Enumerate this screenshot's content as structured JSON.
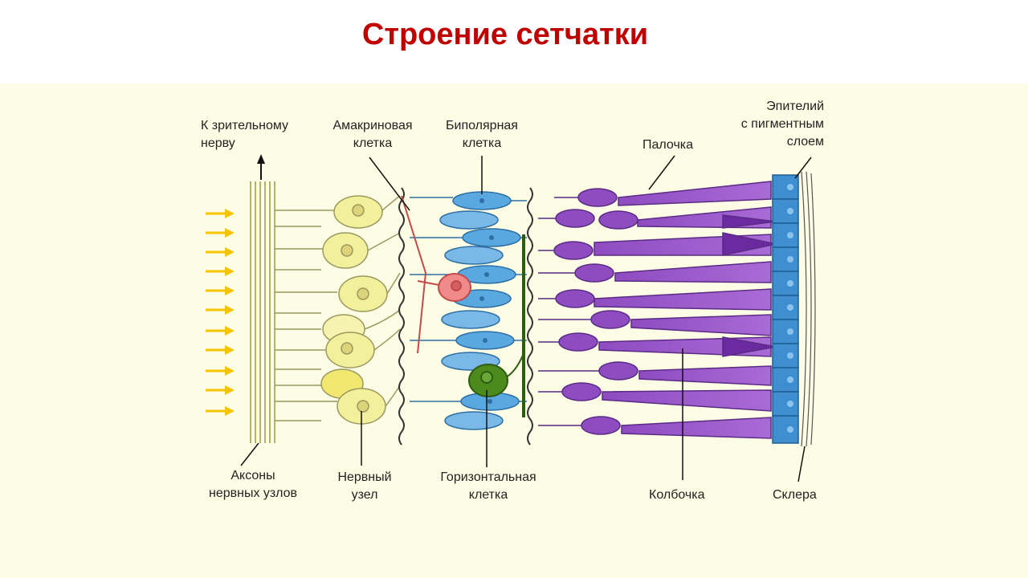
{
  "title": "Строение сетчатки",
  "labels": {
    "optic_nerve": [
      "К зрительному",
      "нерву"
    ],
    "amacrine": [
      "Амакриновая",
      "клетка"
    ],
    "bipolar": [
      "Биполярная",
      "клетка"
    ],
    "rod": [
      "Палочка"
    ],
    "epithelium": [
      "Эпителий",
      "с пигментным",
      "слоем"
    ],
    "axons": [
      "Аксоны",
      "нервных узлов"
    ],
    "ganglion": [
      "Нервный",
      "узел"
    ],
    "horizontal": [
      "Горизонтальная",
      "клетка"
    ],
    "cone": [
      "Колбочка"
    ],
    "sclera": [
      "Склера"
    ]
  },
  "colors": {
    "title": "#c00000",
    "background": "#fdfde5",
    "light_arrows": "#f5c400",
    "ganglion_cells": "#f3f09c",
    "amacrine_cell": "#f08a8a",
    "bipolar_cells": "#5aa8e0",
    "horizontal_cell": "#4d8a1e",
    "rods_cones": "#9a55c8",
    "epithelium": "#3f8fd0"
  },
  "icons": [
    "up-arrow-icon",
    "light-arrow-icon"
  ]
}
